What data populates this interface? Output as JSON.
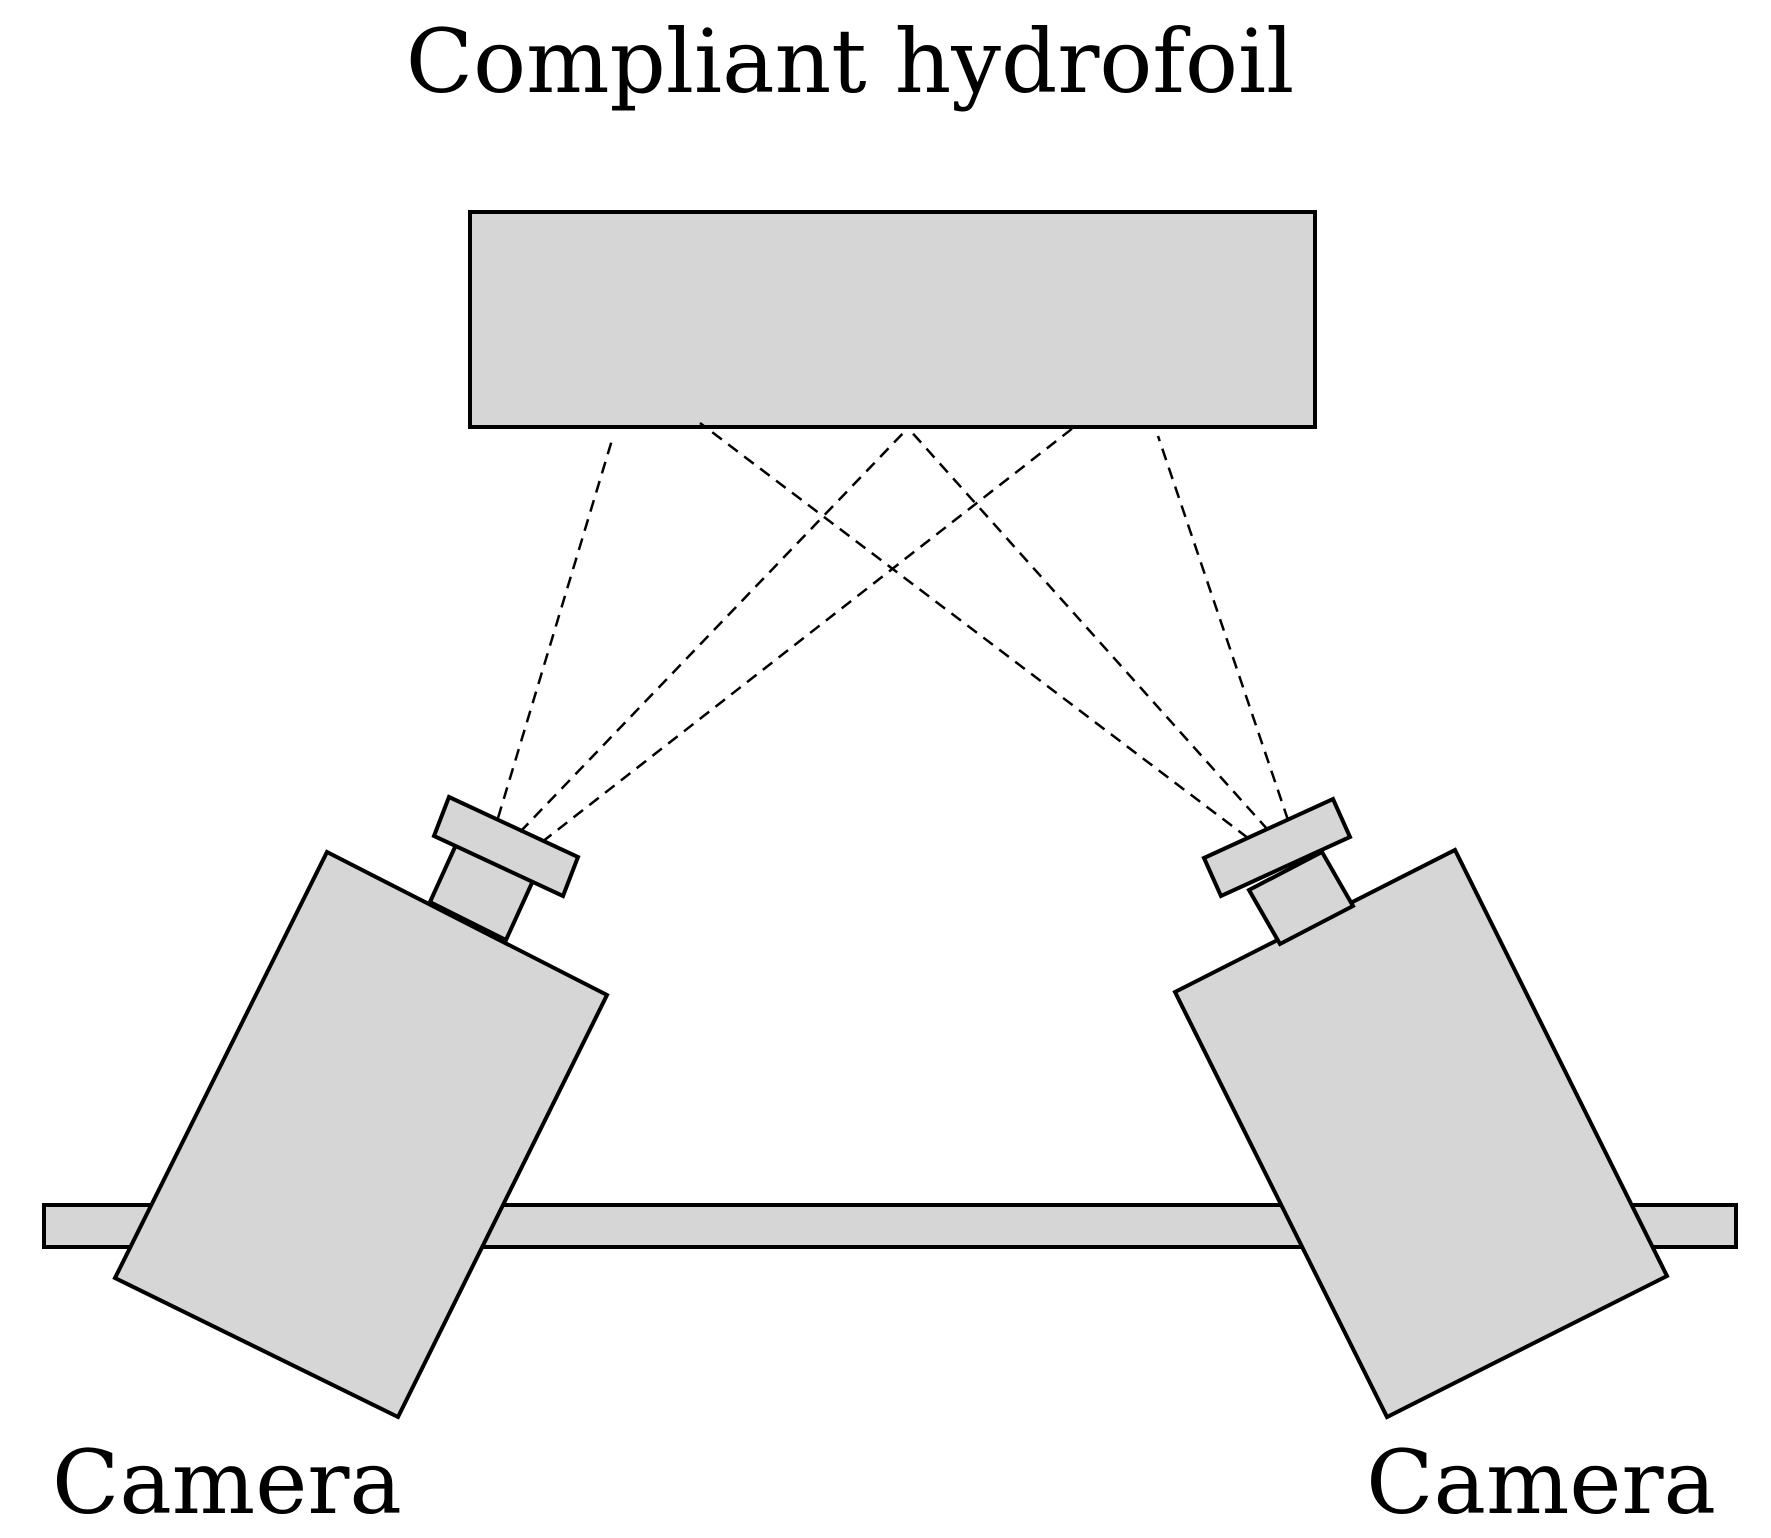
{
  "labels": {
    "hydrofoil": "Compliant hydrofoil",
    "camera_left": "Camera",
    "camera_right": "Camera"
  },
  "colors": {
    "fill": "#d6d6d6",
    "stroke": "#000000",
    "background": "#ffffff"
  }
}
